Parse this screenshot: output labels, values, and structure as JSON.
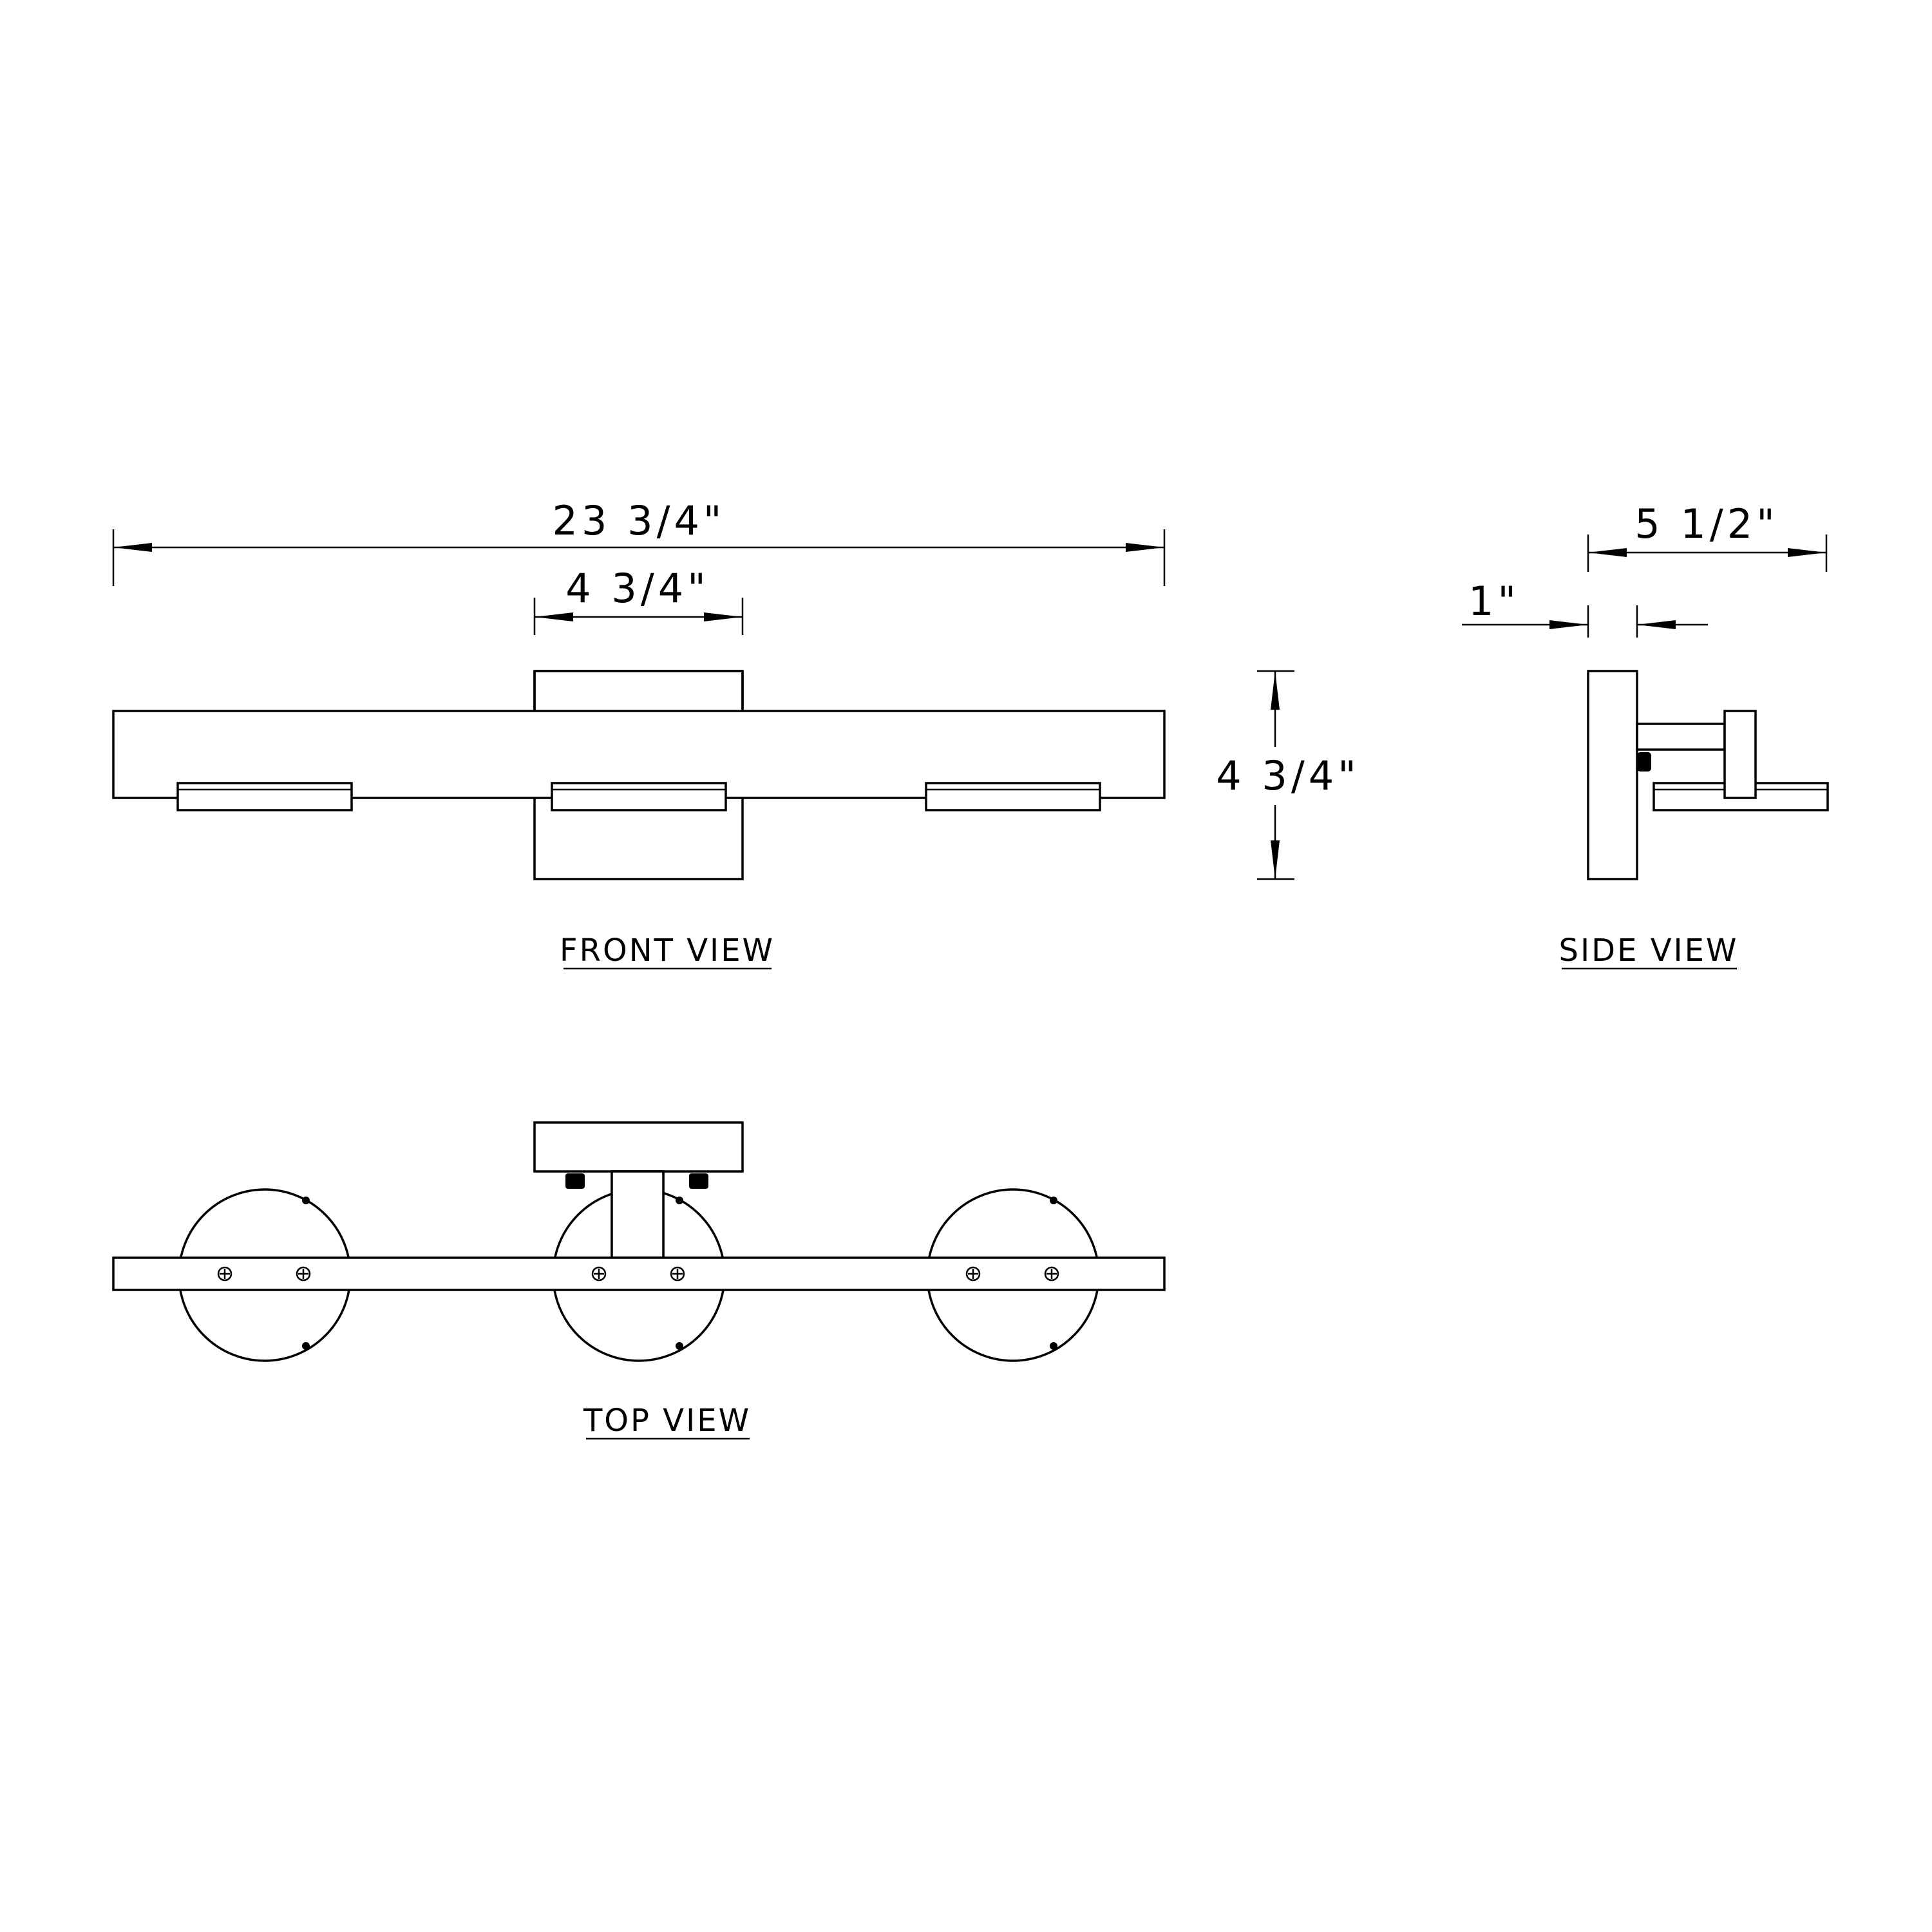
{
  "dimensions": {
    "overall_width": "23 3/4\"",
    "canopy_width": "4 3/4\"",
    "height": "4 3/4\"",
    "extension": "5 1/2\"",
    "backplate_depth": "1\""
  },
  "views": {
    "front": "FRONT VIEW",
    "side": "SIDE VIEW",
    "top": "TOP VIEW"
  },
  "colors": {
    "line": "#000000",
    "background": "#ffffff"
  }
}
